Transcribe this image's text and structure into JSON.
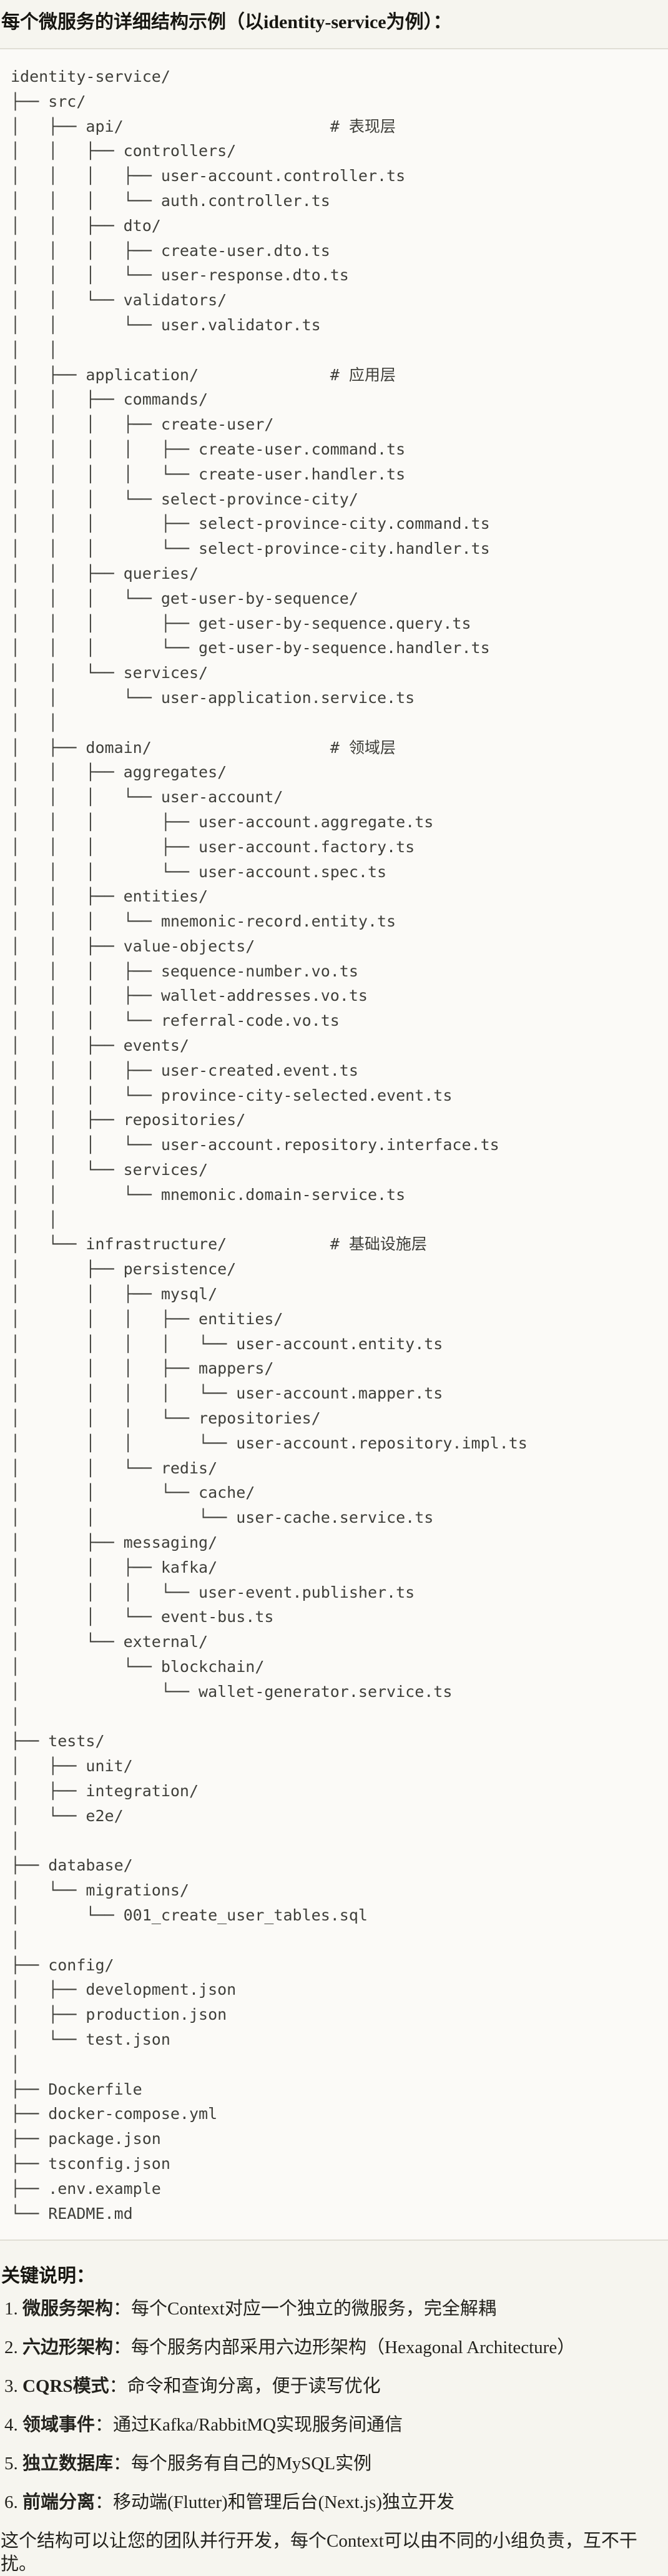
{
  "page": {
    "title": "每个微服务的详细结构示例（以identity-service为例）："
  },
  "code_block": {
    "language": "text",
    "tree_text": "identity-service/\n├── src/\n│   ├── api/                      # 表现层\n│   │   ├── controllers/\n│   │   │   ├── user-account.controller.ts\n│   │   │   └── auth.controller.ts\n│   │   ├── dto/\n│   │   │   ├── create-user.dto.ts\n│   │   │   └── user-response.dto.ts\n│   │   └── validators/\n│   │       └── user.validator.ts\n│   │\n│   ├── application/              # 应用层\n│   │   ├── commands/\n│   │   │   ├── create-user/\n│   │   │   │   ├── create-user.command.ts\n│   │   │   │   └── create-user.handler.ts\n│   │   │   └── select-province-city/\n│   │   │       ├── select-province-city.command.ts\n│   │   │       └── select-province-city.handler.ts\n│   │   ├── queries/\n│   │   │   └── get-user-by-sequence/\n│   │   │       ├── get-user-by-sequence.query.ts\n│   │   │       └── get-user-by-sequence.handler.ts\n│   │   └── services/\n│   │       └── user-application.service.ts\n│   │\n│   ├── domain/                   # 领域层\n│   │   ├── aggregates/\n│   │   │   └── user-account/\n│   │   │       ├── user-account.aggregate.ts\n│   │   │       ├── user-account.factory.ts\n│   │   │       └── user-account.spec.ts\n│   │   ├── entities/\n│   │   │   └── mnemonic-record.entity.ts\n│   │   ├── value-objects/\n│   │   │   ├── sequence-number.vo.ts\n│   │   │   ├── wallet-addresses.vo.ts\n│   │   │   └── referral-code.vo.ts\n│   │   ├── events/\n│   │   │   ├── user-created.event.ts\n│   │   │   └── province-city-selected.event.ts\n│   │   ├── repositories/\n│   │   │   └── user-account.repository.interface.ts\n│   │   └── services/\n│   │       └── mnemonic.domain-service.ts\n│   │\n│   └── infrastructure/           # 基础设施层\n│       ├── persistence/\n│       │   ├── mysql/\n│       │   │   ├── entities/\n│       │   │   │   └── user-account.entity.ts\n│       │   │   ├── mappers/\n│       │   │   │   └── user-account.mapper.ts\n│       │   │   └── repositories/\n│       │   │       └── user-account.repository.impl.ts\n│       │   └── redis/\n│       │       └── cache/\n│       │           └── user-cache.service.ts\n│       ├── messaging/\n│       │   ├── kafka/\n│       │   │   └── user-event.publisher.ts\n│       │   └── event-bus.ts\n│       └── external/\n│           └── blockchain/\n│               └── wallet-generator.service.ts\n│\n├── tests/\n│   ├── unit/\n│   ├── integration/\n│   └── e2e/\n│\n├── database/\n│   └── migrations/\n│       └── 001_create_user_tables.sql\n│\n├── config/\n│   ├── development.json\n│   ├── production.json\n│   └── test.json\n│\n├── Dockerfile\n├── docker-compose.yml\n├── package.json\n├── tsconfig.json\n├── .env.example\n└── README.md"
  },
  "key_notes": {
    "heading": "关键说明：",
    "items": [
      {
        "num": "1. ",
        "label": "微服务架构",
        "text": "：每个Context对应一个独立的微服务，完全解耦"
      },
      {
        "num": "2. ",
        "label": "六边形架构",
        "text": "：每个服务内部采用六边形架构（Hexagonal Architecture）"
      },
      {
        "num": "3. ",
        "label": "CQRS模式",
        "text": "：命令和查询分离，便于读写优化"
      },
      {
        "num": "4. ",
        "label": "领域事件",
        "text": "：通过Kafka/RabbitMQ实现服务间通信"
      },
      {
        "num": "5. ",
        "label": "独立数据库",
        "text": "：每个服务有自己的MySQL实例"
      },
      {
        "num": "6. ",
        "label": "前端分离",
        "text": "：移动端(Flutter)和管理后台(Next.js)独立开发"
      }
    ]
  },
  "footer": {
    "paragraph": "这个结构可以让您的团队并行开发，每个Context可以由不同的小组负责，互不干扰。"
  },
  "colors": {
    "page_bg": "#F6F5EF",
    "code_bg": "#FBFAF7",
    "border": "#E0DED5",
    "code_text": "#3F3F3A",
    "heading_text": "#171611",
    "body_text": "#23221D"
  }
}
